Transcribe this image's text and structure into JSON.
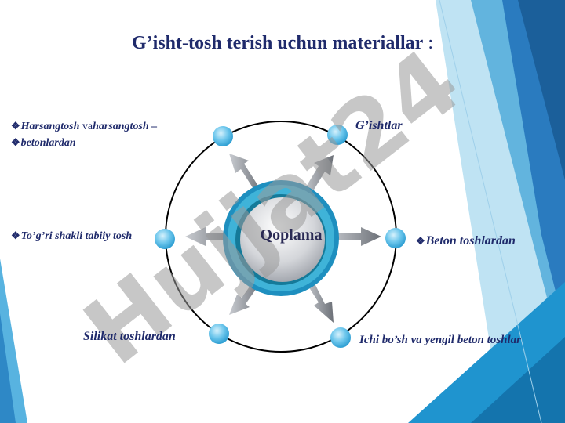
{
  "title": {
    "text": "G’isht-tosh terish uchun materiallar",
    "colon": " :"
  },
  "center": {
    "label": "Qoplama"
  },
  "items": {
    "harsangtosh": {
      "word1": "Harsangtosh",
      "conj": " va",
      "word2": "harsangtosh –",
      "line2": "betonlardan"
    },
    "gishtlar": {
      "label": "G’ishtlar"
    },
    "togri": {
      "label": "To’g’ri shakli tabiiy tosh"
    },
    "beton": {
      "label": "Beton toshlardan"
    },
    "silikat": {
      "label": "Silikat toshlardan"
    },
    "ichi": {
      "label": "Ichi bo’sh va yengil beton toshlar"
    }
  },
  "watermark": {
    "text": "Hujjat24"
  },
  "colors": {
    "title": "#1f2a6b",
    "node": "#5bc0eb",
    "accent": "#1f8fc9",
    "arrow": "#7a7f86"
  }
}
